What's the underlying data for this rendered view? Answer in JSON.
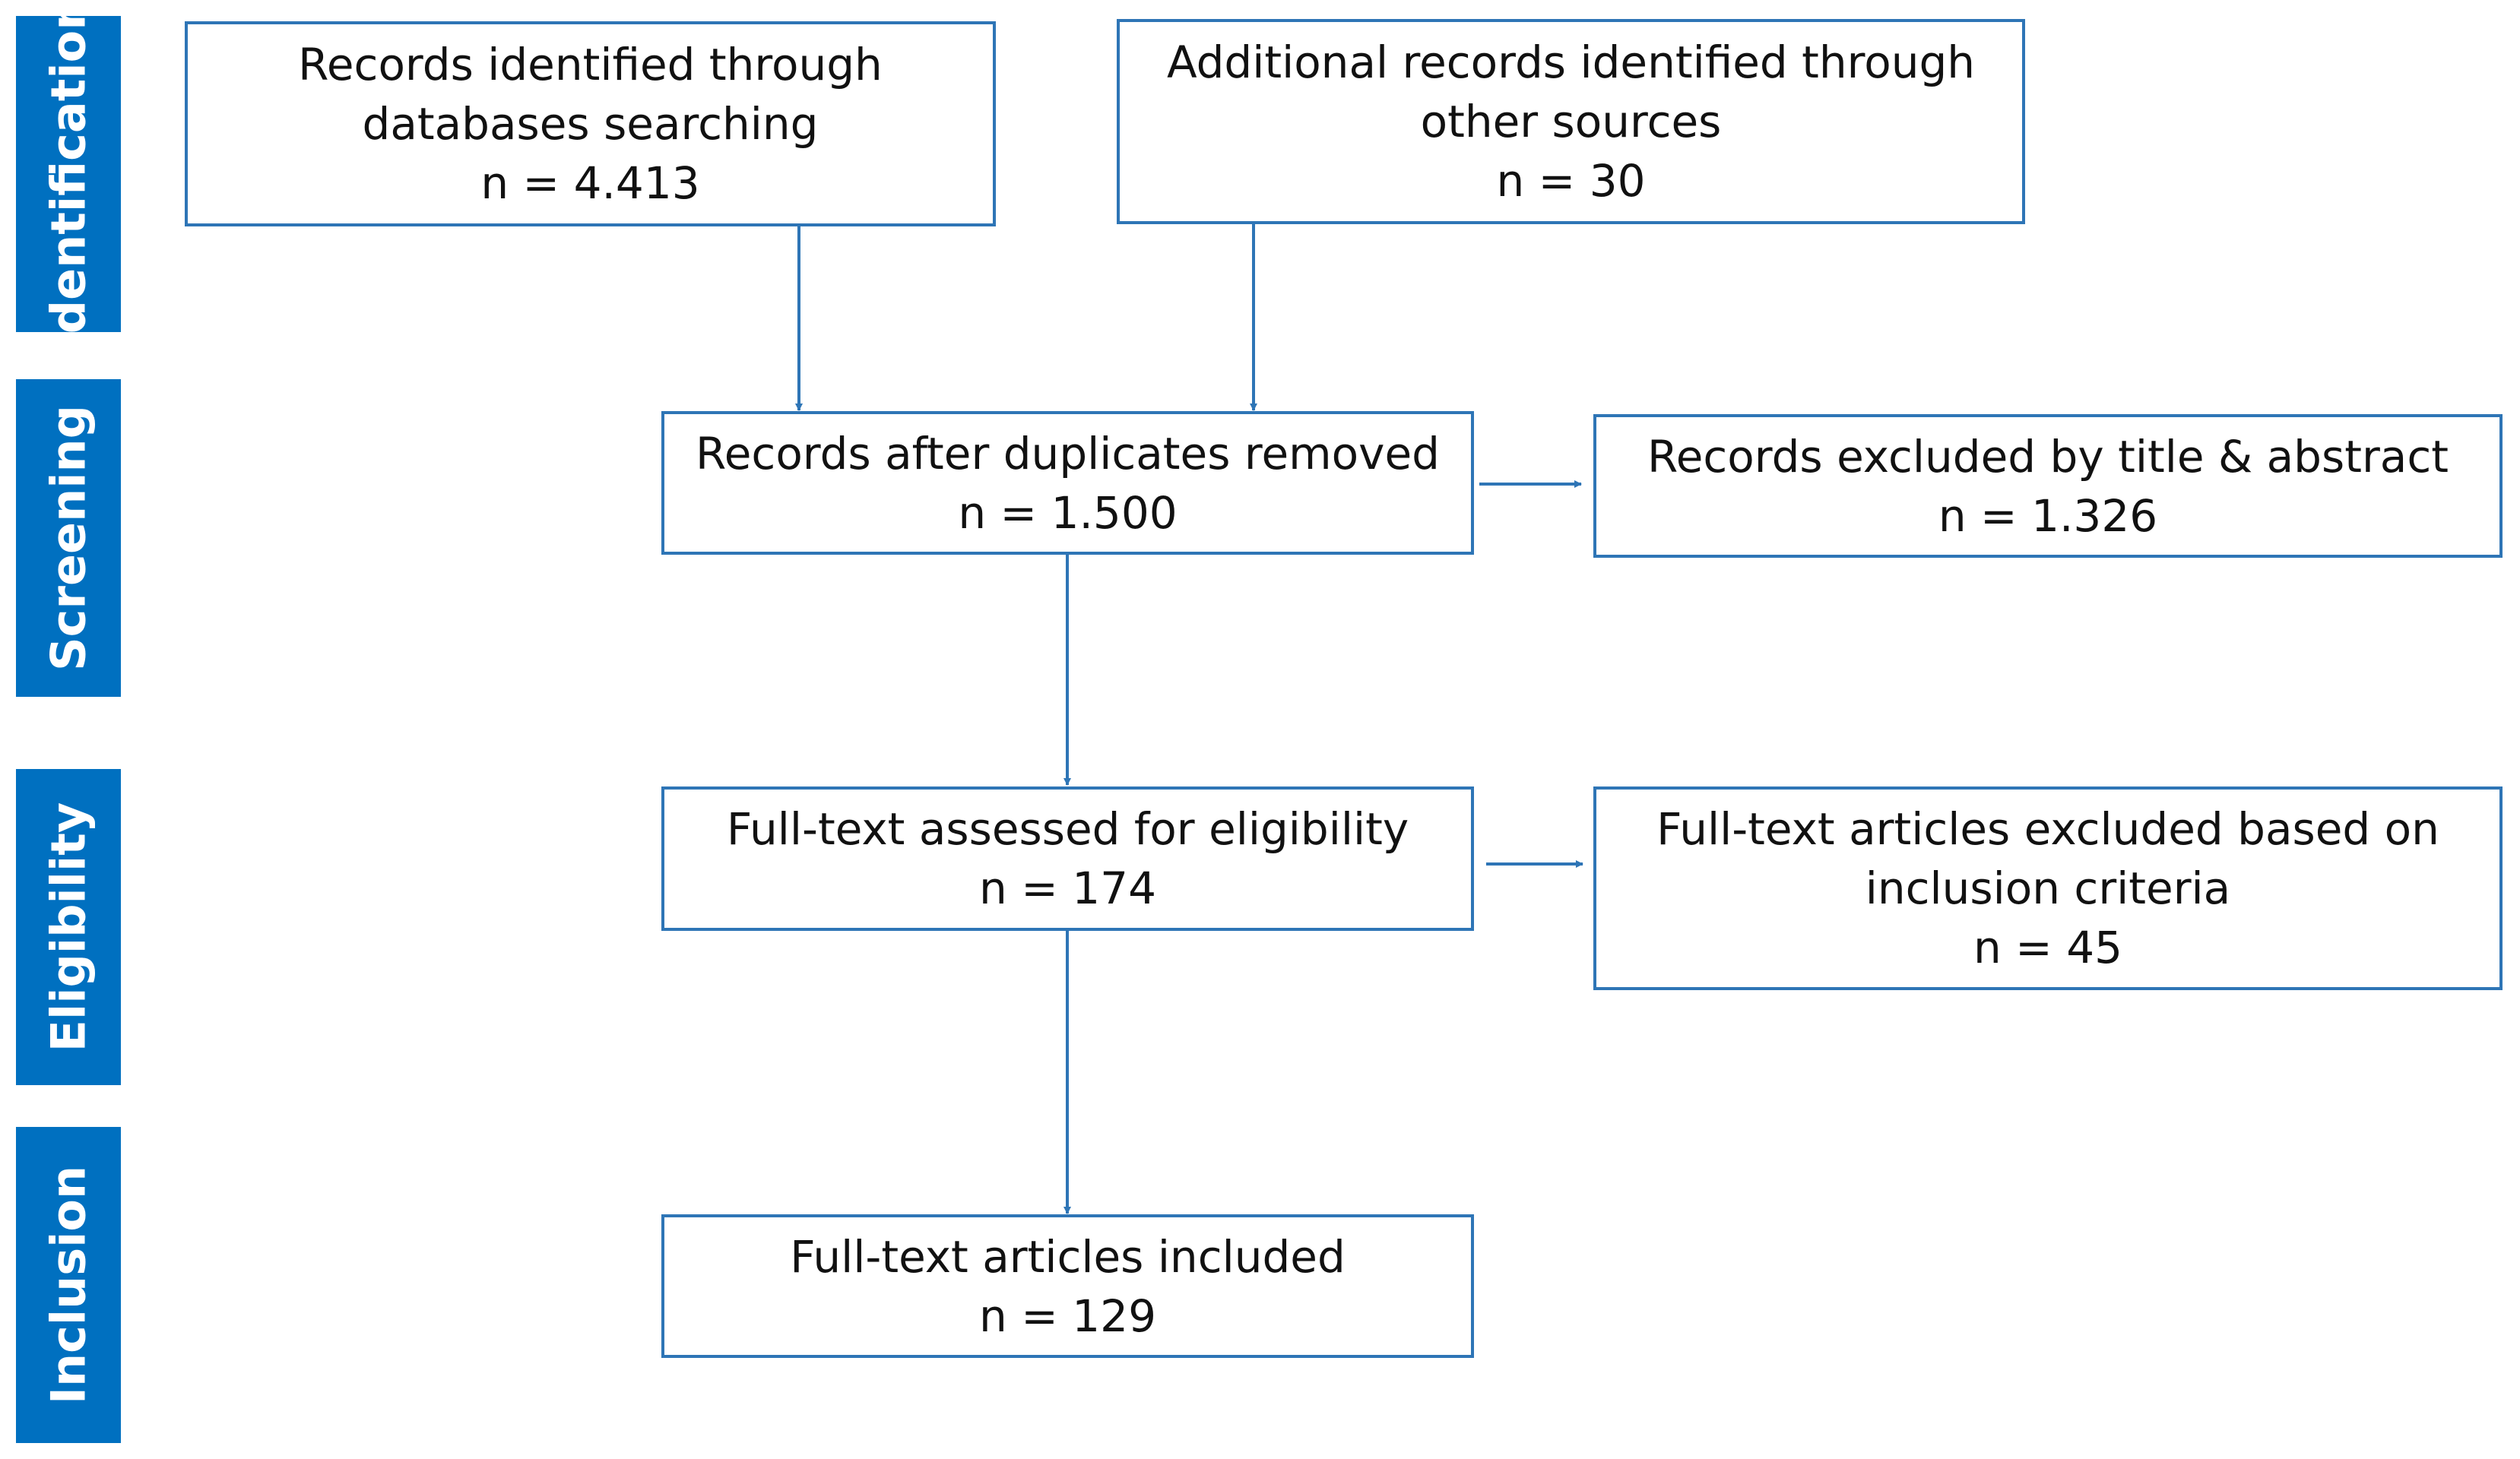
{
  "colors": {
    "stage_fill": "#0070c0",
    "box_border": "#2e75b6",
    "arrow": "#2e75b6"
  },
  "stages": {
    "identification": "Identification",
    "screening": "Screening",
    "eligibility": "Eligibility",
    "inclusion": "Inclusion"
  },
  "boxes": {
    "databases": {
      "line1": "Records identified through",
      "line2": "databases searching",
      "count": "n = 4.413"
    },
    "other_sources": {
      "line1": "Additional records identified through",
      "line2": "other sources",
      "count": "n = 30"
    },
    "after_duplicates": {
      "line1": "Records after duplicates removed",
      "count": "n = 1.500"
    },
    "excluded_title_abstract": {
      "line1": "Records excluded by title & abstract",
      "count": "n = 1.326"
    },
    "fulltext_assessed": {
      "line1": "Full-text assessed for eligibility",
      "count": "n = 174"
    },
    "fulltext_excluded": {
      "line1": "Full-text articles excluded based on",
      "line2": "inclusion criteria",
      "count": "n = 45"
    },
    "fulltext_included": {
      "line1": "Full-text articles included",
      "count": "n = 129"
    }
  }
}
